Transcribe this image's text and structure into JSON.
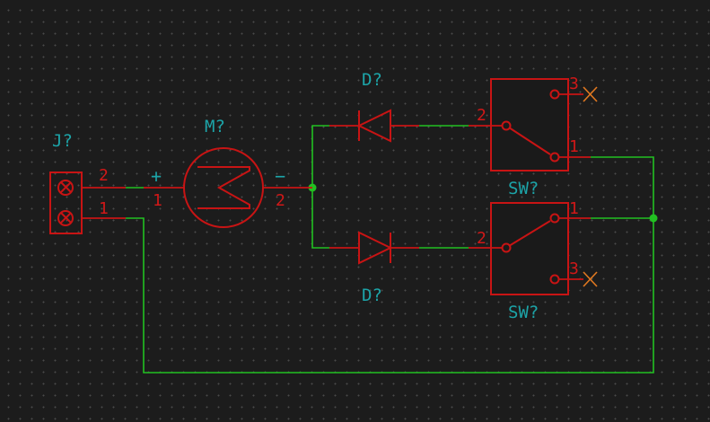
{
  "schematic": {
    "components": {
      "connector": {
        "ref": "J?",
        "pins": [
          "2",
          "1"
        ]
      },
      "motor": {
        "ref": "M?",
        "pins": [
          "1",
          "2"
        ],
        "plus": "+",
        "minus": "−"
      },
      "diode_top": {
        "ref": "D?"
      },
      "diode_bottom": {
        "ref": "D?"
      },
      "switch_top": {
        "ref": "SW?",
        "pins": [
          "3",
          "2",
          "1"
        ]
      },
      "switch_bottom": {
        "ref": "SW?",
        "pins": [
          "1",
          "2",
          "3"
        ]
      }
    },
    "colors": {
      "background": "#1c1c1c",
      "wire": "#22c022",
      "component": "#c81414",
      "reference_text": "#1ca4a8",
      "no_connect": "#e07820"
    }
  }
}
